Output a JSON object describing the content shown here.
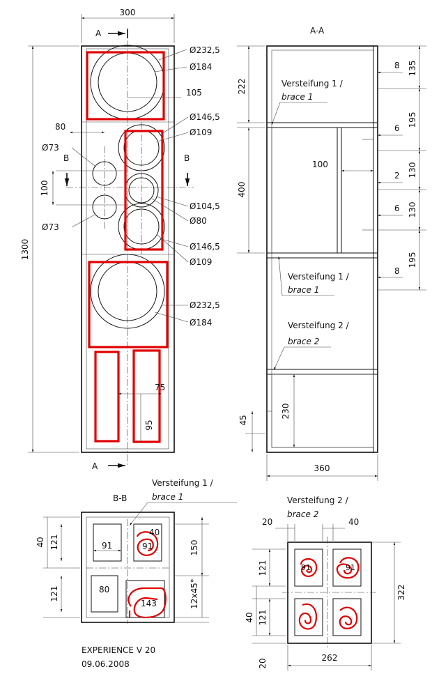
{
  "front_view": {
    "width_dim": "300",
    "height_dim": "1300",
    "section_marker_top": "A",
    "section_marker_bottom": "A",
    "section_marker_left": "B",
    "section_marker_right": "B",
    "dim_80": "80",
    "dim_100": "100",
    "dim_105": "105",
    "dim_75": "75",
    "dim_95": "95",
    "woofer_top_outer": "Ø232,5",
    "woofer_top_inner": "Ø184",
    "mid_top_outer": "Ø146,5",
    "mid_top_inner": "Ø109",
    "port_top": "Ø73",
    "port_bottom": "Ø73",
    "tweeter_outer": "Ø104,5",
    "tweeter_inner": "Ø80",
    "mid_bottom_outer": "Ø146,5",
    "mid_bottom_inner": "Ø109",
    "woofer_bottom_outer": "Ø232,5",
    "woofer_bottom_inner": "Ø184"
  },
  "section_aa": {
    "title": "A-A",
    "dim_222": "222",
    "dim_400": "400",
    "dim_100": "100",
    "dim_230": "230",
    "dim_45": "45",
    "dim_360": "360",
    "dim_8_top": "8",
    "dim_135": "135",
    "dim_195_top": "195",
    "dim_6_top": "6",
    "dim_130_top": "130",
    "dim_2": "2",
    "dim_130_bottom": "130",
    "dim_6_bottom": "6",
    "dim_195_bottom": "195",
    "dim_8_bottom": "8",
    "brace1_de_a": "Versteifung 1 /",
    "brace1_en_a": "brace 1",
    "brace1_de_b": "Versteifung 1 /",
    "brace1_en_b": "brace 1",
    "brace2_de": "Versteifung 2 /",
    "brace2_en": "brace 2"
  },
  "section_bb": {
    "title": "B-B",
    "brace_de": "Versteifung 1 /",
    "brace_en": "brace 1",
    "dim_40": "40",
    "dim_121_a": "121",
    "dim_121_b": "121",
    "dim_91_a": "91",
    "dim_91_b": "91",
    "dim_40_inner": "40",
    "dim_150": "150",
    "dim_80": "80",
    "dim_143": "143",
    "dim_chamfer": "12x45°"
  },
  "brace2_view": {
    "title_de": "Versteifung 2 /",
    "title_en": "brace 2",
    "dim_20_top": "20",
    "dim_40_top": "40",
    "dim_121_a": "121",
    "dim_121_b": "121",
    "dim_40_left": "40",
    "dim_20_bottom": "20",
    "dim_91_a": "91",
    "dim_91_b": "91",
    "dim_322": "322",
    "dim_262": "262"
  },
  "footer": {
    "project": "EXPERIENCE V 20",
    "date": "09.06.2008"
  }
}
